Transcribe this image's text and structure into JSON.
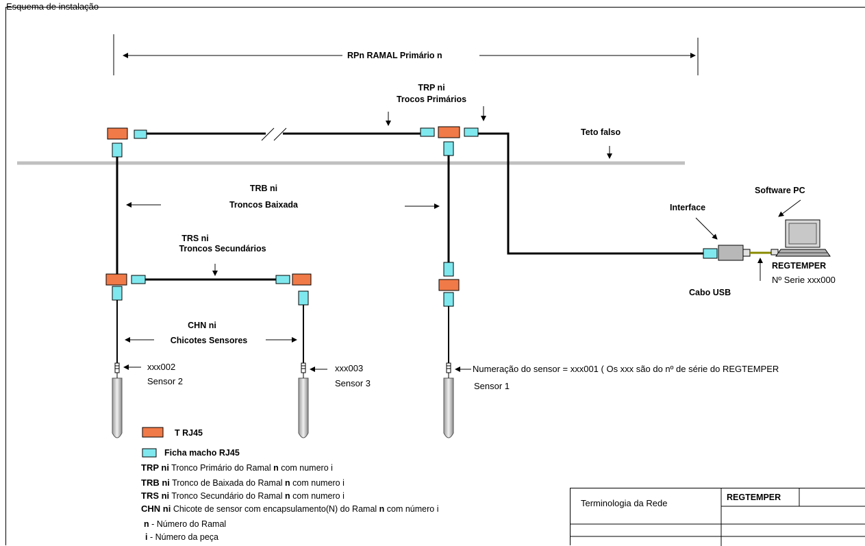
{
  "header_text": "Esquema de instalação",
  "labels": {
    "ramal_primario": "RPn  RAMAL Primário  n",
    "trp_title": "TRP ni",
    "trp_sub": "Trocos Primários",
    "teto_falso": "Teto falso",
    "trb_title": "TRB ni",
    "trb_sub": "Troncos Baixada",
    "trs_title": "TRS ni",
    "trs_sub": "Troncos Secundários",
    "chn_title": "CHN ni",
    "chn_sub": "Chicotes Sensores",
    "software_pc": "Software PC",
    "interface": "Interface",
    "regtemper": "REGTEMPER",
    "serial": "Nº Serie xxx000",
    "cabo_usb": "Cabo   USB",
    "sensor2_id": "xxx002",
    "sensor2_name": "Sensor 2",
    "sensor3_id": "xxx003",
    "sensor3_name": "Sensor 3",
    "sensor1_note": "Numeração do sensor = xxx001 ( Os xxx são do nº de série do REGTEMPER",
    "sensor1_name": "Sensor 1"
  },
  "legend": {
    "t_rj45": "T    RJ45",
    "ficha_macho": "Ficha macho RJ45",
    "items": [
      {
        "abbr": "TRP ni",
        "text": " Tronco Primário do Ramal ",
        "n": "n",
        "tail": " com numero i"
      },
      {
        "abbr": "TRB ni",
        "text": "  Tronco de Baixada do Ramal ",
        "n": "n",
        "tail": " com numero i"
      },
      {
        "abbr": "TRS ni",
        "text": "  Tronco Secundário do Ramal ",
        "n": "n",
        "tail": " com numero i"
      },
      {
        "abbr": "CHN ni",
        "text": "  Chicote de sensor com encapsulamento(N) do Ramal ",
        "n": "n",
        "tail": " com número i"
      }
    ],
    "n_def_abbr": "n",
    "n_def": " - Número do Ramal",
    "i_def_abbr": "i",
    "i_def": " - Número da peça"
  },
  "title_block": {
    "name": "Terminologia da Rede",
    "product": "REGTEMPER"
  },
  "colors": {
    "t_connector": "#f07a48",
    "male_plug": "#7fe8ee",
    "cable": "#000000",
    "ceiling": "#c0c0c0",
    "usb_cable": "#8a8a00"
  }
}
